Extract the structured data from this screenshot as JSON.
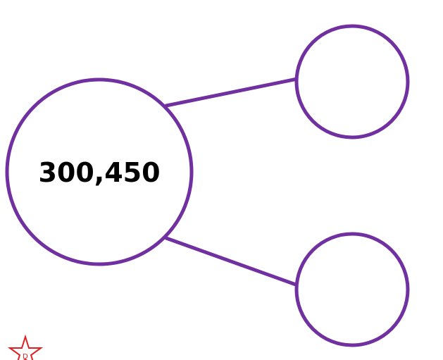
{
  "diagram": {
    "type": "number-bond",
    "stroke_color": "#7030a0",
    "text_color": "#000000",
    "whole": {
      "label": "300,450"
    },
    "parts": [
      {
        "label": ""
      },
      {
        "label": ""
      }
    ]
  },
  "logo": {
    "icon": "star-logo-icon",
    "color": "#e02020",
    "letter": "D"
  }
}
